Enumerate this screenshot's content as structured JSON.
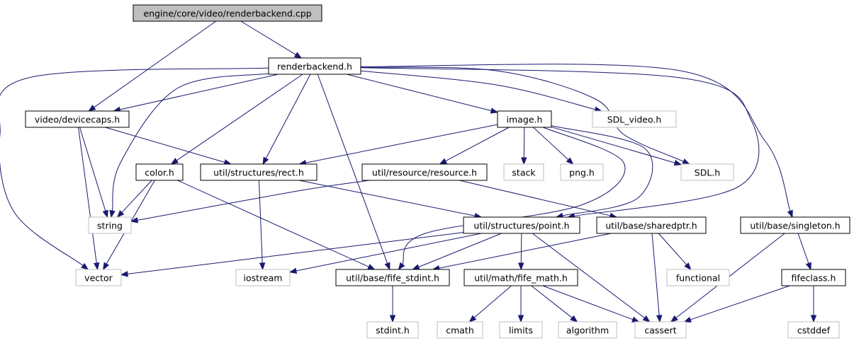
{
  "colors": {
    "edge": "#191970",
    "root_fill": "#bfbfbf",
    "node_fill": "#ffffff",
    "node_border": "#000000",
    "system_border": "#bfbfbf",
    "system_text": "#000000"
  },
  "nodes": [
    {
      "id": "renderbackend_cpp",
      "label": "engine/core/video/renderbackend.cpp",
      "kind": "root"
    },
    {
      "id": "renderbackend_h",
      "label": "renderbackend.h",
      "kind": "local"
    },
    {
      "id": "devicecaps_h",
      "label": "video/devicecaps.h",
      "kind": "local"
    },
    {
      "id": "sdl_video_h",
      "label": "SDL_video.h",
      "kind": "system"
    },
    {
      "id": "image_h",
      "label": "image.h",
      "kind": "local"
    },
    {
      "id": "color_h",
      "label": "color.h",
      "kind": "local"
    },
    {
      "id": "rect_h",
      "label": "util/structures/rect.h",
      "kind": "local"
    },
    {
      "id": "resource_h",
      "label": "util/resource/resource.h",
      "kind": "local"
    },
    {
      "id": "stack",
      "label": "stack",
      "kind": "system"
    },
    {
      "id": "png_h",
      "label": "png.h",
      "kind": "system"
    },
    {
      "id": "sdl_h",
      "label": "SDL.h",
      "kind": "system"
    },
    {
      "id": "string",
      "label": "string",
      "kind": "system"
    },
    {
      "id": "point_h",
      "label": "util/structures/point.h",
      "kind": "local"
    },
    {
      "id": "sharedptr_h",
      "label": "util/base/sharedptr.h",
      "kind": "local"
    },
    {
      "id": "singleton_h",
      "label": "util/base/singleton.h",
      "kind": "local"
    },
    {
      "id": "vector",
      "label": "vector",
      "kind": "system"
    },
    {
      "id": "iostream",
      "label": "iostream",
      "kind": "system"
    },
    {
      "id": "fife_stdint_h",
      "label": "util/base/fife_stdint.h",
      "kind": "local"
    },
    {
      "id": "fife_math_h",
      "label": "util/math/fife_math.h",
      "kind": "local"
    },
    {
      "id": "functional",
      "label": "functional",
      "kind": "system"
    },
    {
      "id": "fifeclass_h",
      "label": "fifeclass.h",
      "kind": "local"
    },
    {
      "id": "stdint_h",
      "label": "stdint.h",
      "kind": "system"
    },
    {
      "id": "cmath",
      "label": "cmath",
      "kind": "system"
    },
    {
      "id": "limits",
      "label": "limits",
      "kind": "system"
    },
    {
      "id": "algorithm",
      "label": "algorithm",
      "kind": "system"
    },
    {
      "id": "cassert",
      "label": "cassert",
      "kind": "system"
    },
    {
      "id": "cstddef",
      "label": "cstddef",
      "kind": "system"
    }
  ],
  "edges": [
    {
      "from": "renderbackend_cpp",
      "to": "renderbackend_h"
    },
    {
      "from": "renderbackend_cpp",
      "to": "devicecaps_h"
    },
    {
      "from": "renderbackend_h",
      "to": "devicecaps_h"
    },
    {
      "from": "renderbackend_h",
      "to": "vector"
    },
    {
      "from": "renderbackend_h",
      "to": "string"
    },
    {
      "from": "renderbackend_h",
      "to": "color_h"
    },
    {
      "from": "renderbackend_h",
      "to": "rect_h"
    },
    {
      "from": "renderbackend_h",
      "to": "fife_stdint_h"
    },
    {
      "from": "renderbackend_h",
      "to": "image_h"
    },
    {
      "from": "renderbackend_h",
      "to": "sdl_video_h"
    },
    {
      "from": "renderbackend_h",
      "to": "sdl_h"
    },
    {
      "from": "renderbackend_h",
      "to": "point_h"
    },
    {
      "from": "renderbackend_h",
      "to": "singleton_h"
    },
    {
      "from": "devicecaps_h",
      "to": "rect_h"
    },
    {
      "from": "devicecaps_h",
      "to": "string"
    },
    {
      "from": "devicecaps_h",
      "to": "vector"
    },
    {
      "from": "image_h",
      "to": "rect_h"
    },
    {
      "from": "image_h",
      "to": "resource_h"
    },
    {
      "from": "image_h",
      "to": "stack"
    },
    {
      "from": "image_h",
      "to": "png_h"
    },
    {
      "from": "image_h",
      "to": "sdl_h"
    },
    {
      "from": "image_h",
      "to": "point_h"
    },
    {
      "from": "image_h",
      "to": "fife_stdint_h"
    },
    {
      "from": "color_h",
      "to": "string"
    },
    {
      "from": "color_h",
      "to": "vector"
    },
    {
      "from": "color_h",
      "to": "fife_stdint_h"
    },
    {
      "from": "rect_h",
      "to": "point_h"
    },
    {
      "from": "rect_h",
      "to": "iostream"
    },
    {
      "from": "resource_h",
      "to": "string"
    },
    {
      "from": "resource_h",
      "to": "sharedptr_h"
    },
    {
      "from": "point_h",
      "to": "vector"
    },
    {
      "from": "point_h",
      "to": "iostream"
    },
    {
      "from": "point_h",
      "to": "fife_stdint_h"
    },
    {
      "from": "point_h",
      "to": "fife_math_h"
    },
    {
      "from": "point_h",
      "to": "cassert"
    },
    {
      "from": "sharedptr_h",
      "to": "fife_stdint_h"
    },
    {
      "from": "sharedptr_h",
      "to": "functional"
    },
    {
      "from": "sharedptr_h",
      "to": "cassert"
    },
    {
      "from": "singleton_h",
      "to": "fifeclass_h"
    },
    {
      "from": "singleton_h",
      "to": "cassert"
    },
    {
      "from": "fifeclass_h",
      "to": "cassert"
    },
    {
      "from": "fifeclass_h",
      "to": "cstddef"
    },
    {
      "from": "fife_stdint_h",
      "to": "stdint_h"
    },
    {
      "from": "fife_math_h",
      "to": "cmath"
    },
    {
      "from": "fife_math_h",
      "to": "limits"
    },
    {
      "from": "fife_math_h",
      "to": "algorithm"
    },
    {
      "from": "fife_math_h",
      "to": "cassert"
    }
  ]
}
